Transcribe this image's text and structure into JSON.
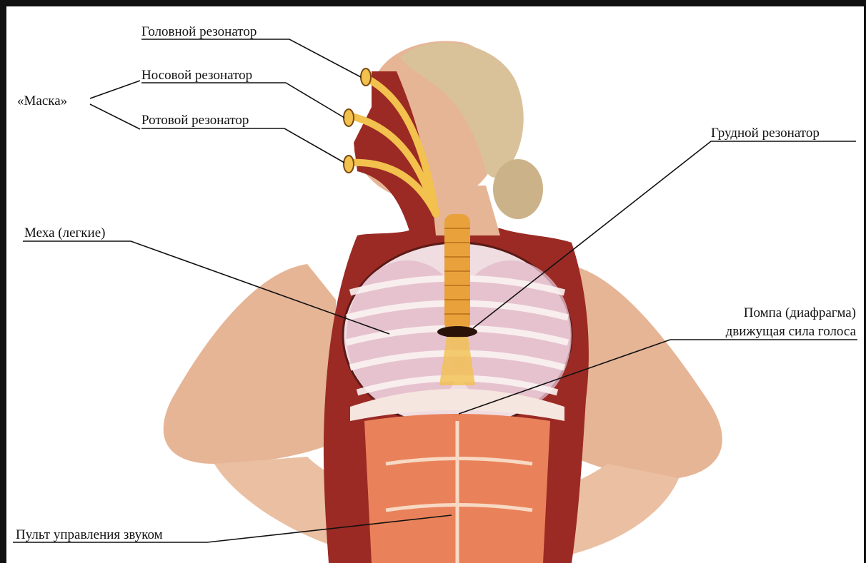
{
  "labels": {
    "head_resonator": "Головной резонатор",
    "nasal_resonator": "Носовой резонатор",
    "mask": "«Маска»",
    "oral_resonator": "Ротовой резонатор",
    "chest_resonator": "Грудной резонатор",
    "bellows": "Меха (легкие)",
    "pump_line1": "Помпа (диафрагма)",
    "pump_line2": "движущая сила голоса",
    "sound_control": "Пульт управления звуком"
  },
  "colors": {
    "background": "#ffffff",
    "skin": "#e8b89a",
    "muscle": "#9b2a24",
    "lungs": "#e8c6d0",
    "airway": "#f2c14e",
    "abs": "#e9825a",
    "hair": "#d9c29a",
    "leader_line": "#111111"
  }
}
